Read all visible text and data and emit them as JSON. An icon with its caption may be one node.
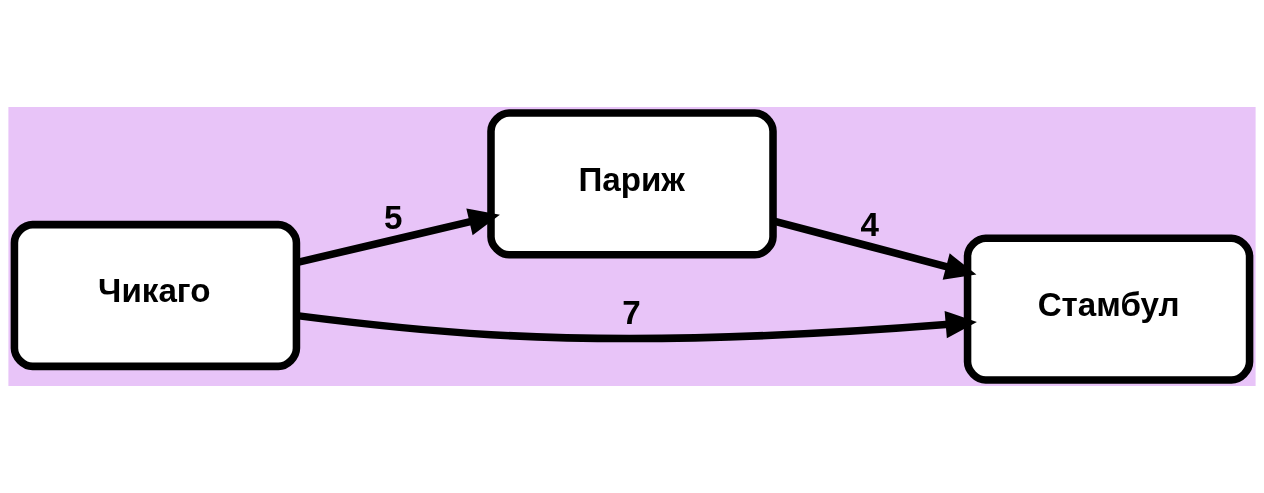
{
  "diagram": {
    "nodes": [
      {
        "text": [
          "Париж"
        ]
      },
      {
        "text": [
          "Чикаго"
        ]
      },
      {
        "text": [
          "Стамбул"
        ]
      }
    ],
    "edges": [
      {
        "from": 1,
        "to": 0,
        "arrow": "to",
        "label": "5"
      },
      {
        "from": 0,
        "to": 2,
        "arrow": "to",
        "label": "4"
      },
      {
        "from": 1,
        "to": 2,
        "arrow": "to",
        "label": "7"
      }
    ]
  }
}
